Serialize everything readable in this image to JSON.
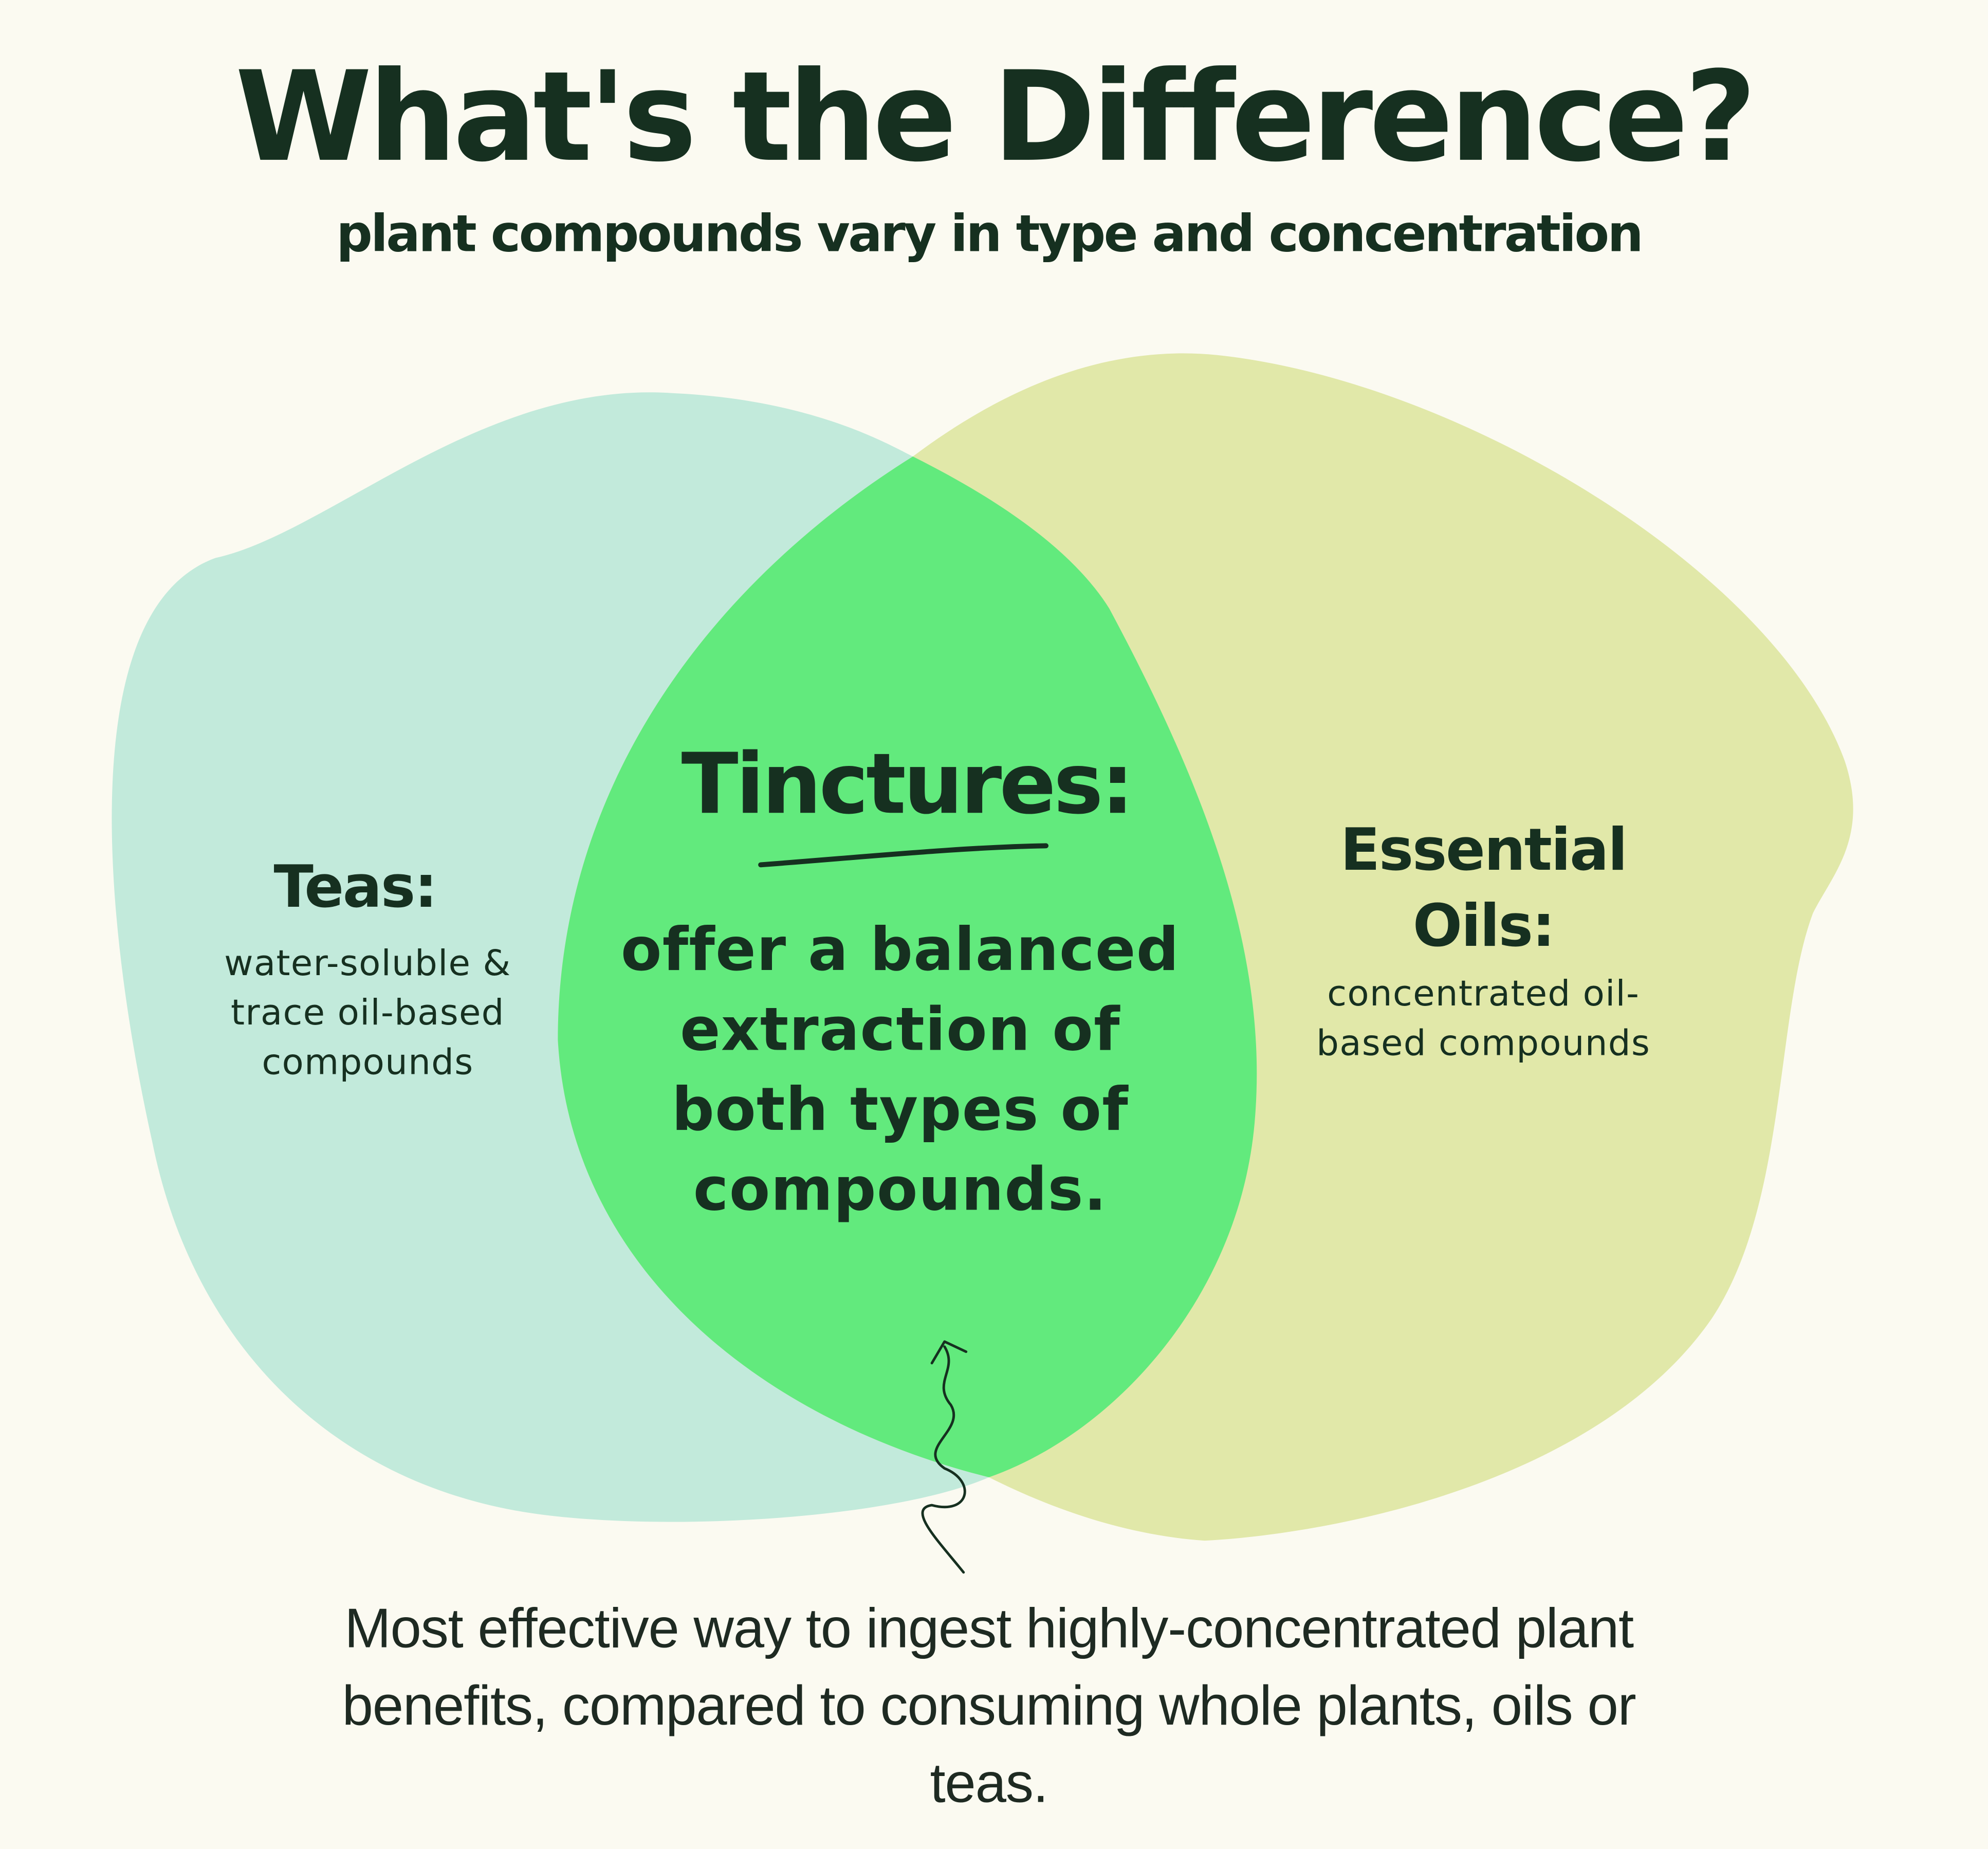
{
  "title": "What's the Difference?",
  "subtitle": "plant compounds vary in type and concentration",
  "teas": {
    "heading": "Teas:",
    "description": "water-soluble & trace oil-based compounds"
  },
  "tinctures": {
    "heading": "Tinctures:",
    "description": "offer a balanced extraction of both types of compounds."
  },
  "essential_oils": {
    "heading": "Essential Oils:",
    "description": "concentrated oil-based compounds"
  },
  "footer": "Most effective way to ingest highly-concentrated plant benefits, compared to consuming whole plants, oils or teas.",
  "colors": {
    "background": "#fbfaf1",
    "teas": "#c2eadb",
    "oils": "#e1e8a9",
    "tinctures": "#62ea7d",
    "text": "#163020"
  }
}
